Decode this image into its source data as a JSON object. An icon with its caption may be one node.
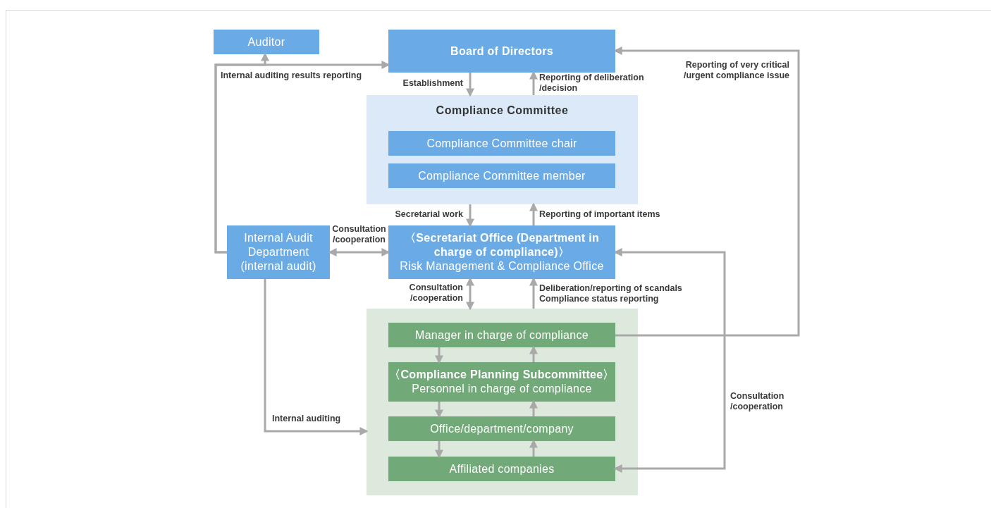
{
  "diagram": {
    "nodes": [
      {
        "text": [
          "Auditor"
        ]
      },
      {
        "text": [
          "Board of Directors"
        ]
      },
      {
        "text": [
          "Compliance Committee"
        ]
      },
      {
        "text": [
          "Compliance Committee chair"
        ],
        "in": 2
      },
      {
        "text": [
          "Compliance Committee member"
        ],
        "in": 2
      },
      {
        "text": [
          "Internal Audit Department (internal audit)"
        ]
      },
      {
        "text": [
          "〈Secretariat Office (Department in charge of compliance)〉",
          "Risk Management & Compliance Office"
        ]
      },
      {
        "text": [],
        "shape": "box"
      },
      {
        "text": [
          "Manager in charge of compliance"
        ],
        "in": 7
      },
      {
        "text": [
          "〈Compliance Planning Subcommittee〉",
          "Personnel in charge of compliance"
        ],
        "in": 7
      },
      {
        "text": [
          "Office/department/company"
        ],
        "in": 7
      },
      {
        "text": [
          "Affiliated companies"
        ],
        "in": 7
      }
    ],
    "edges": [
      {
        "from": 5,
        "to": 0,
        "arrow": "to"
      },
      {
        "from": 5,
        "to": 1,
        "arrow": "to",
        "label": "Internal auditing results reporting"
      },
      {
        "from": 1,
        "to": 2,
        "arrow": "to",
        "label": "Establishment"
      },
      {
        "from": 2,
        "to": 1,
        "arrow": "to",
        "label": "Reporting of deliberation /decision"
      },
      {
        "from": 8,
        "to": 1,
        "arrow": "to",
        "label": "Reporting of very critical /urgent compliance issue"
      },
      {
        "from": 2,
        "to": 6,
        "arrow": "to",
        "label": "Secretarial work"
      },
      {
        "from": 6,
        "to": 2,
        "arrow": "to",
        "label": "Reporting of important items"
      },
      {
        "from": 5,
        "to": 6,
        "arrow": "both",
        "label": "Consultation /cooperation"
      },
      {
        "from": 6,
        "to": 7,
        "arrow": "both",
        "label": "Consultation /cooperation"
      },
      {
        "from": 7,
        "to": 6,
        "arrow": "to",
        "label": "Deliberation/reporting of scandals Compliance status reporting"
      },
      {
        "from": 5,
        "to": 7,
        "arrow": "to",
        "label": "Internal auditing"
      },
      {
        "from": 11,
        "to": 6,
        "arrow": "both",
        "label": "Consultation /cooperation"
      },
      {
        "from": 8,
        "to": 9,
        "arrow": "to"
      },
      {
        "from": 9,
        "to": 8,
        "arrow": "to"
      },
      {
        "from": 9,
        "to": 10,
        "arrow": "to"
      },
      {
        "from": 10,
        "to": 9,
        "arrow": "to"
      },
      {
        "from": 10,
        "to": 11,
        "arrow": "to"
      },
      {
        "from": 11,
        "to": 10,
        "arrow": "to"
      }
    ]
  }
}
